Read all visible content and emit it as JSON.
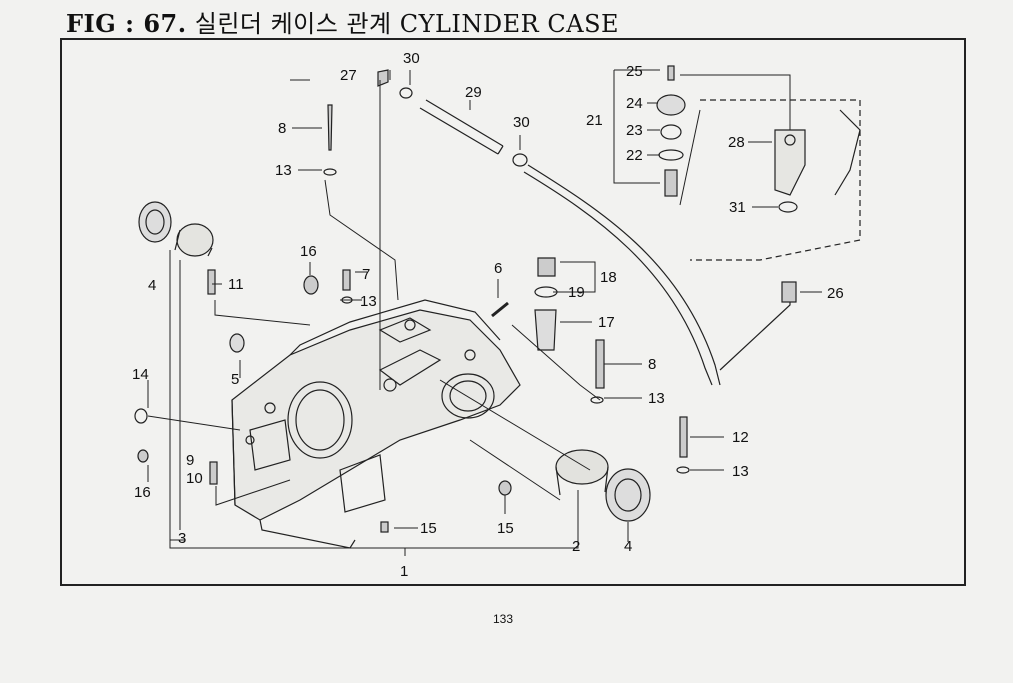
{
  "title": {
    "fig": "FIG : 67.",
    "korean": "실린더 케이스 관계",
    "english": "CYLINDER CASE"
  },
  "labels": {
    "p1": "1",
    "p2": "2",
    "p3": "3",
    "p4a": "4",
    "p4b": "4",
    "p5": "5",
    "p6": "6",
    "p7": "7",
    "p8a": "8",
    "p8b": "8",
    "p9": "9",
    "p10": "10",
    "p11": "11",
    "p12": "12",
    "p13a": "13",
    "p13b": "13",
    "p13c": "13",
    "p13d": "13",
    "p14": "14",
    "p15a": "15",
    "p15b": "15",
    "p16a": "16",
    "p16b": "16",
    "p17": "17",
    "p18": "18",
    "p19": "19",
    "p21": "21",
    "p22": "22",
    "p23": "23",
    "p24": "24",
    "p25": "25",
    "p26": "26",
    "p27": "27",
    "p28": "28",
    "p29": "29",
    "p30a": "30",
    "p30b": "30",
    "p31": "31"
  },
  "page_number": "133"
}
